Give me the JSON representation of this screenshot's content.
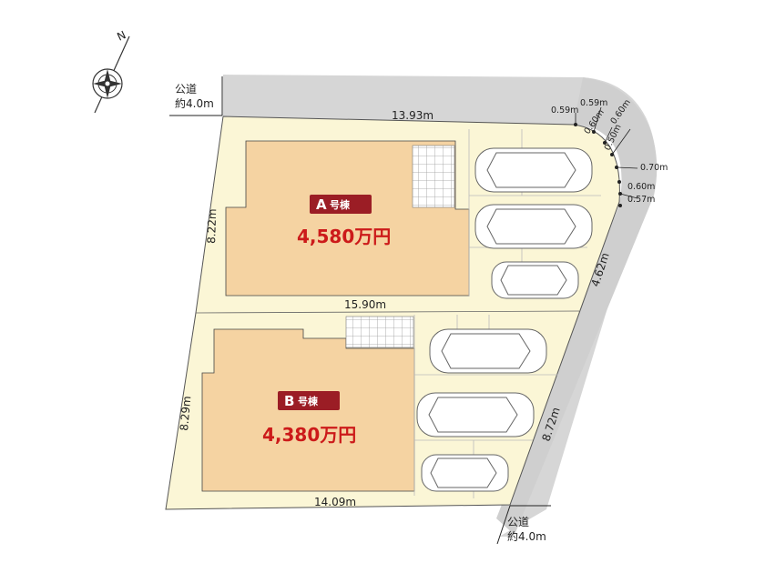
{
  "compass": {
    "label": "N",
    "icon": "compass-rose-icon"
  },
  "roads": {
    "top_left": {
      "line1": "公道",
      "line2": "約4.0m"
    },
    "bottom_right": {
      "line1": "公道",
      "line2": "約4.0m"
    }
  },
  "lots": [
    {
      "id": "A",
      "badge_letter": "A",
      "badge_suffix": "号棟",
      "price": "4,580万円"
    },
    {
      "id": "B",
      "badge_letter": "B",
      "badge_suffix": "号棟",
      "price": "4,380万円"
    }
  ],
  "dimensions": {
    "top": "13.93m",
    "middle": "15.90m",
    "bottom": "14.09m",
    "left_a": "8.22m",
    "left_b": "8.29m",
    "right_a": "4.62m",
    "right_b": "8.72m"
  },
  "corner_segments": [
    "0.59m",
    "0.59m",
    "0.60m",
    "0.60m",
    "0.50m",
    "0.70m",
    "0.60m",
    "0.57m"
  ],
  "colors": {
    "road": "#d6d6d6",
    "lot": "#fbf6d6",
    "building": "#f5d3a2",
    "badge": "#9b1d25",
    "price": "#cc1a1a"
  }
}
